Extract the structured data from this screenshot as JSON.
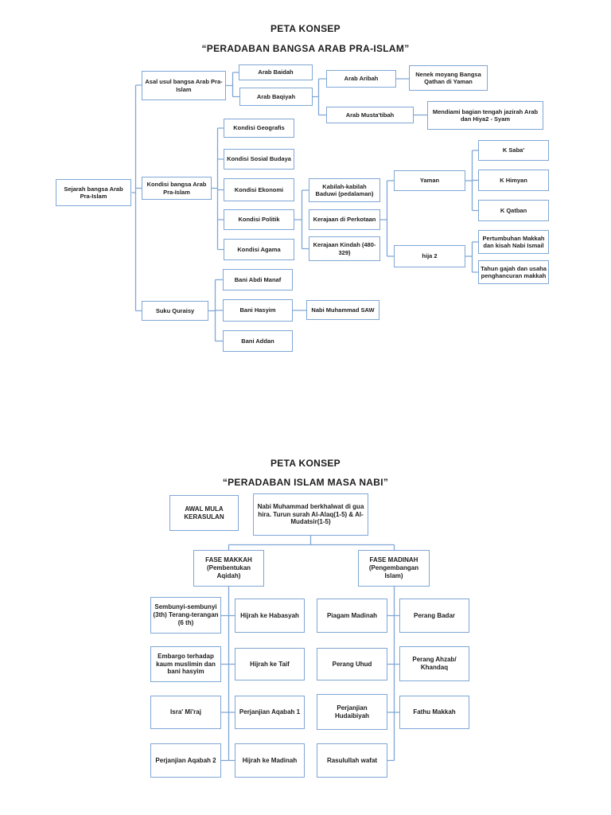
{
  "colors": {
    "border": "#7fa6d6",
    "line": "#7fa6d6",
    "text": "#1c1c1c"
  },
  "diagram1": {
    "title": "PETA KONSEP",
    "subtitle": "“PERADABAN BANGSA ARAB PRA-ISLAM”",
    "nodes": {
      "sejarah": "Sejarah bangsa Arab Pra-Islam",
      "asal_usul": "Asal usul bangsa Arab Pra-Islam",
      "arab_baidah": "Arab Baidah",
      "arab_baqiyah": "Arab Baqiyah",
      "arab_aribah": "Arab Aribah",
      "nenek_moyang": "Nenek moyang Bangsa Qathan di Yaman",
      "arab_mustatibah": "Arab Musta'tibah",
      "mendiami": "Mendiami bagian tengah jazirah Arab dan Hiya2 - Syam",
      "kondisi_bangsa": "Kondisi bangsa Arab Pra-Islam",
      "kondisi_geografis": "Kondisi Geografis",
      "kondisi_sosial": "Kondisi Sosial Budaya",
      "kondisi_ekonomi": "Kondisi Ekonomi",
      "kondisi_politik": "Kondisi Politik",
      "kondisi_agama": "Kondisi Agama",
      "kabilah": "Kabilah-kabilah Baduwi (pedalaman)",
      "kerajaan_perkotaan": "Kerajaan di Perkotaan",
      "kerajaan_kindah": "Kerajaan Kindah (480-329)",
      "yaman": "Yaman",
      "hija2": "hija 2",
      "k_saba": "K Saba'",
      "k_himyan": "K Himyan",
      "k_qatban": "K Qatban",
      "pertumbuhan": "Pertumbuhan Makkah dan kisah Nabi Ismail",
      "tahun_gajah": "Tahun gajah dan usaha penghancuran makkah",
      "suku_quraisy": "Suku Quraisy",
      "bani_abdi_manaf": "Bani Abdi Manaf",
      "bani_hasyim": "Bani Hasyim",
      "nabi_muhammad": "Nabi Muhammad SAW",
      "bani_addan": "Bani Addan"
    }
  },
  "diagram2": {
    "title": "PETA KONSEP",
    "subtitle": "“PERADABAN ISLAM MASA NABI”",
    "nodes": {
      "awal_mula": "AWAL MULA KERASULAN",
      "nabi_berkhalwat": "Nabi Muhammad berkhalwat di gua hira. Turun surah Al-Alaq(1-5) & Al-Mudatsir(1-5)",
      "fase_makkah": "FASE MAKKAH (Pembentukan Aqidah)",
      "fase_madinah": "FASE MADINAH (Pengembangan Islam)",
      "sembunyi": "Sembunyi-sembunyi (3th) Terang-terangan (6 th)",
      "hijrah_habasyah": "Hijrah ke Habasyah",
      "piagam_madinah": "Piagam Madinah",
      "perang_badar": "Perang Badar",
      "embargo": "Embargo terhadap kaum muslimin dan bani hasyim",
      "hijrah_taif": "Hijrah ke Taif",
      "perang_uhud": "Perang Uhud",
      "perang_ahzab": "Perang Ahzab/ Khandaq",
      "isra_miraj": "Isra' Mi'raj",
      "aqabah1": "Perjanjian Aqabah 1",
      "hudaibiyah": "Perjanjian Hudaibiyah",
      "fathu_makkah": "Fathu Makkah",
      "aqabah2": "Perjanjian Aqabah 2",
      "hijrah_madinah": "Hijrah ke Madinah",
      "rasulullah": "Rasulullah wafat"
    }
  }
}
